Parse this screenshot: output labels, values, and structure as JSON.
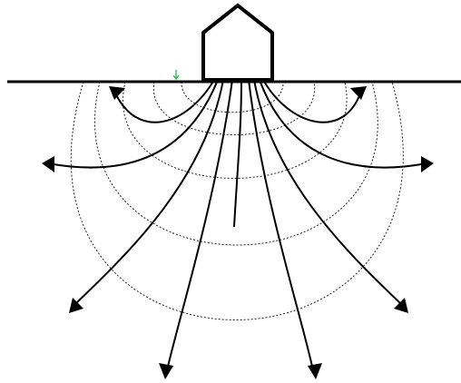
{
  "diagram": {
    "type": "flow-lines-beneath-house",
    "elements": {
      "house": "house-outline",
      "ground": "ground-line",
      "flow_lines": 10,
      "dashed_contours": 5,
      "marker": "green-down-arrow-icon"
    },
    "colors": {
      "lines": "#000000",
      "contours": "#222222",
      "marker": "#2db84a",
      "background": "#ffffff"
    }
  }
}
